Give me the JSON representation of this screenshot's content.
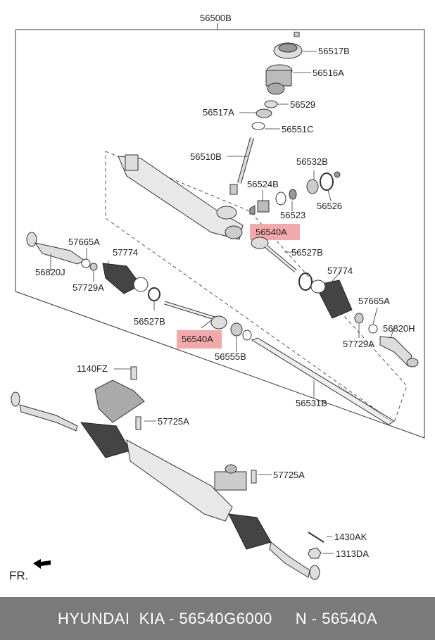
{
  "diagram": {
    "top_label": "56500B",
    "parts": {
      "p56517B": "56517B",
      "p56516A": "56516A",
      "p56529": "56529",
      "p56517A": "56517A",
      "p56551C": "56551C",
      "p56510B": "56510B",
      "p56532B": "56532B",
      "p56524B": "56524B",
      "p56523": "56523",
      "p56526": "56526",
      "p56540A_top": "56540A",
      "p56527B_right": "56527B",
      "p57665A_left": "57665A",
      "p57774_left": "57774",
      "p56820J": "56820J",
      "p57729A_left": "57729A",
      "p57774_right": "57774",
      "p57665A_right": "57665A",
      "p56527B_left": "56527B",
      "p56540A_bottom": "56540A",
      "p56555B": "56555B",
      "p56820H": "56820H",
      "p57729A_right": "57729A",
      "p1140FZ": "1140FZ",
      "p57725A_upper": "57725A",
      "p56531B": "56531B",
      "p57725A_lower": "57725A",
      "p1430AK": "1430AK",
      "p1313DA": "1313DA"
    },
    "front_label": "FR.",
    "highlight_color": "#f19a9a"
  },
  "footer": {
    "text": "HYUNDAI  KIA - 56540G6000     N - 56540A"
  }
}
